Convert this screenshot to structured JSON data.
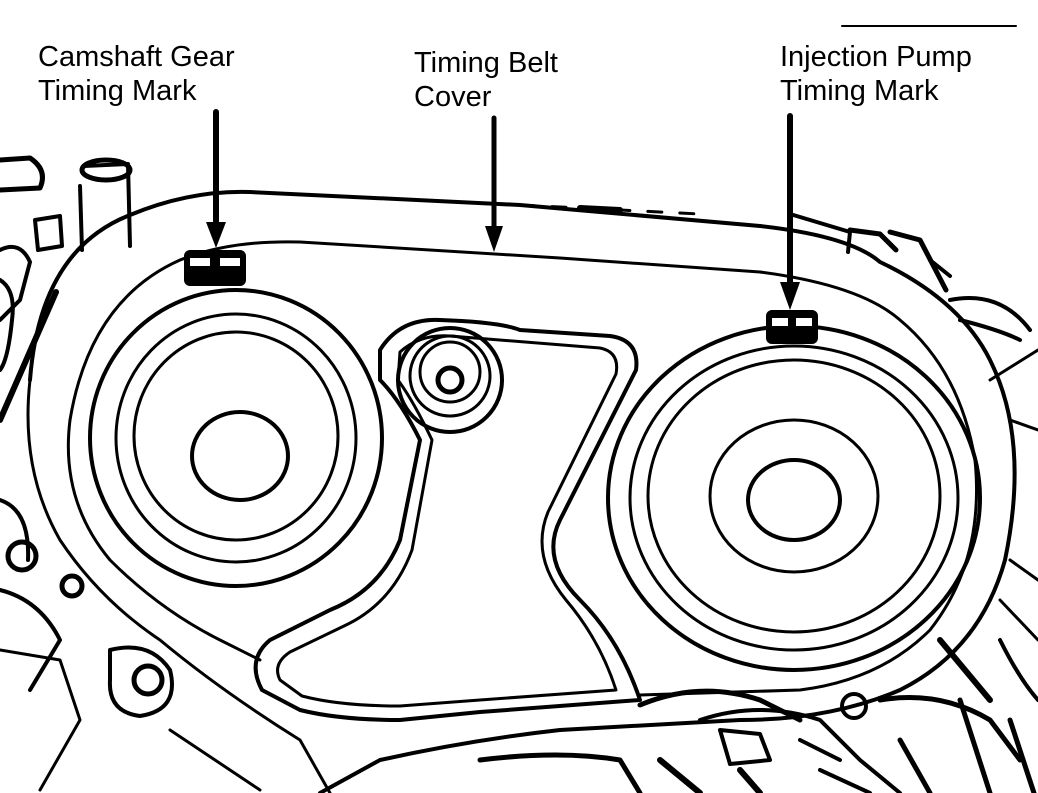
{
  "callouts": {
    "camshaft_gear_timing_mark": {
      "line1": "Camshaft Gear",
      "line2": "Timing Mark"
    },
    "timing_belt_cover": {
      "line1": "Timing Belt",
      "line2": "Cover"
    },
    "injection_pump_timing_mark": {
      "line1": "Injection Pump",
      "line2": "Timing Mark"
    }
  },
  "colors": {
    "ink": "#000000",
    "paper": "#ffffff"
  }
}
